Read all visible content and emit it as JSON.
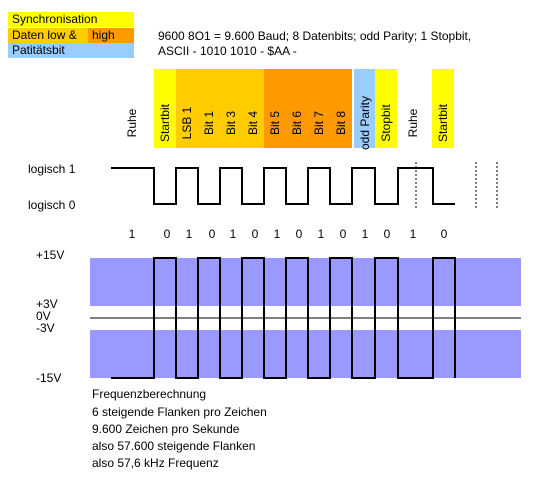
{
  "legend": {
    "sync": "Synchronisation",
    "data_low": "Daten low &",
    "data_high": "high",
    "parity": "Patitätsbit"
  },
  "colors": {
    "sync": "#ffff00",
    "data_low": "#ffcc00",
    "data_high": "#ff9900",
    "parity": "#99ccff",
    "rs232_band": "#9999ff"
  },
  "title_lines": [
    "9600 8O1 = 9.600 Baud; 8 Datenbits; odd Parity; 1 Stopbit,",
    "ASCII - 1010 1010 - $AA -"
  ],
  "bit_fields": [
    {
      "label": "Ruhe",
      "fill": "none"
    },
    {
      "label": "Startbit",
      "fill": "sync"
    },
    {
      "label": "LSB 1",
      "fill": "data_low"
    },
    {
      "label": "Bit 1",
      "fill": "data_low"
    },
    {
      "label": "Bit 3",
      "fill": "data_low"
    },
    {
      "label": "Bit 4",
      "fill": "data_low"
    },
    {
      "label": "Bit 5",
      "fill": "data_high"
    },
    {
      "label": "Bit 6",
      "fill": "data_high"
    },
    {
      "label": "Bit 7",
      "fill": "data_high"
    },
    {
      "label": "Bit 8",
      "fill": "data_high"
    },
    {
      "label": "odd Parity",
      "fill": "parity"
    },
    {
      "label": "Stopbit",
      "fill": "sync"
    },
    {
      "label": "Ruhe",
      "fill": "none"
    },
    {
      "label": "Startbit",
      "fill": "sync"
    }
  ],
  "logic_labels": {
    "high": "logisch 1",
    "low": "logisch 0"
  },
  "bit_values": [
    "1",
    "0",
    "1",
    "0",
    "1",
    "0",
    "1",
    "0",
    "1",
    "0",
    "1",
    "0",
    "1",
    "0"
  ],
  "voltage_labels": {
    "v_plus15": "+15V",
    "v_plus3": "+3V",
    "v_zero": "0V",
    "v_minus3": "-3V",
    "v_minus15": "-15V"
  },
  "calculation": [
    "Frequenzberechnung",
    "6 steigende Flanken pro Zeichen",
    "9.600 Zeichen pro Sekunde",
    "also 57.600 steigende Flanken",
    "also 57,6 kHz Frequenz"
  ]
}
